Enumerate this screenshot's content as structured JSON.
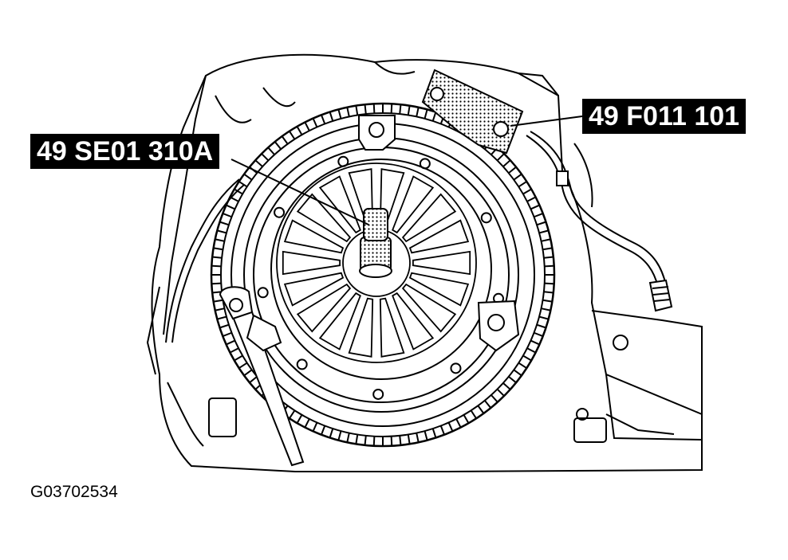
{
  "callouts": {
    "se01_tool": "49 SE01 310A",
    "f011_tool": "49 F011 101"
  },
  "figure_id": "G03702534",
  "colors": {
    "line": "#000000",
    "background": "#ffffff",
    "label_background": "#000000",
    "label_text": "#ffffff"
  }
}
